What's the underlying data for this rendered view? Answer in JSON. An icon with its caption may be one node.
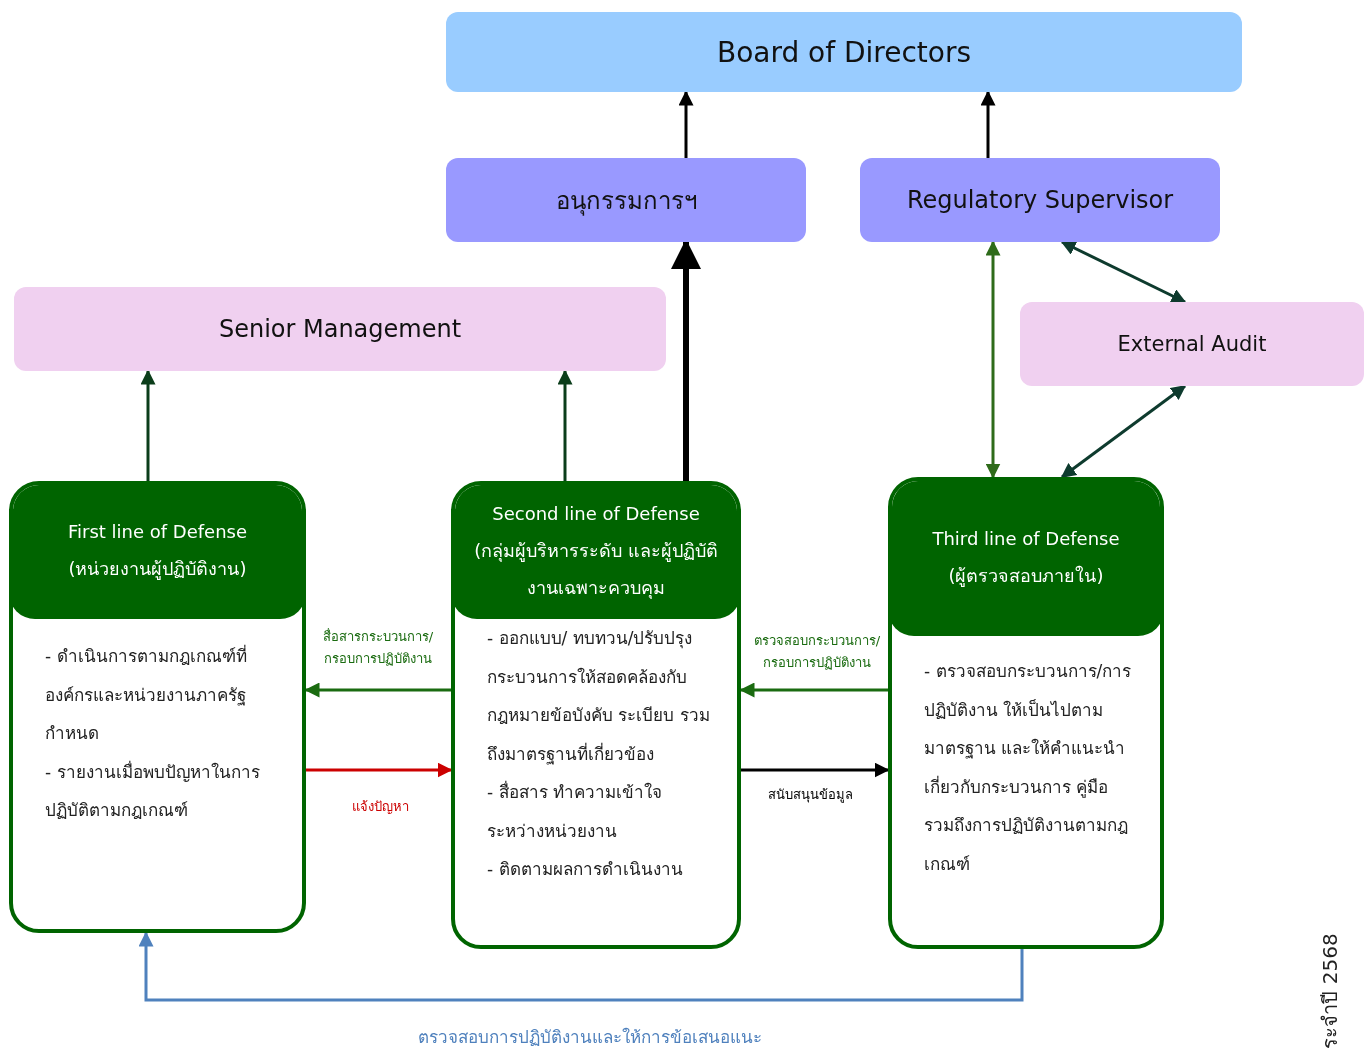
{
  "diagram": {
    "nodes": [
      {
        "text": [
          "Board of Directors"
        ]
      },
      {
        "text": [
          "อนุกรรมการฯ"
        ]
      },
      {
        "text": [
          "Regulatory Supervisor"
        ]
      },
      {
        "text": [
          "Senior Management"
        ]
      },
      {
        "text": [
          "External Audit"
        ]
      },
      {
        "text": [
          "First line of Defense (หน่วยงานผู้ปฏิบัติงาน)",
          "- ดำเนินการตามกฎเกณฑ์ที่องค์กรและหน่วยงานภาครัฐกำหนด",
          "- รายงานเมื่อพบปัญหาในการปฏิบัติตามกฎเกณฑ์"
        ]
      },
      {
        "text": [
          "Second line of Defense (กลุ่มผู้บริหารระดับ และผู้ปฏิบัติงานเฉพาะควบคุม",
          "- ออกแบบ/ ทบทวน/ปรับปรุงกระบวนการให้สอดคล้องกับกฎหมายข้อบังคับ ระเบียบ รวมถึงมาตรฐานที่เกี่ยวข้อง",
          "- สื่อสาร ทำความเข้าใจระหว่างหน่วยงาน",
          "- ติดตามผลการดำเนินงาน"
        ]
      },
      {
        "text": [
          "Third line of Defense (ผู้ตรวจสอบภายใน)",
          "- ตรวจสอบกระบวนการ/การปฏิบัติงาน ให้เป็นไปตามมาตรฐาน และให้คำแนะนำเกี่ยวกับกระบวนการ คู่มือ รวมถึงการปฏิบัติงานตามกฎเกณฑ์"
        ]
      }
    ],
    "edges": [
      {
        "from": 1,
        "to": 0,
        "arrow": "to"
      },
      {
        "from": 2,
        "to": 0,
        "arrow": "to"
      },
      {
        "from": 6,
        "to": 1,
        "arrow": "to",
        "style": "thick"
      },
      {
        "from": 5,
        "to": 3,
        "arrow": "to",
        "color": "#0b3d1a"
      },
      {
        "from": 6,
        "to": 3,
        "arrow": "to",
        "color": "#0b3d1a"
      },
      {
        "from": 7,
        "to": 2,
        "arrow": "both",
        "color": "#2e6b1a"
      },
      {
        "from": 2,
        "to": 4,
        "arrow": "both",
        "color": "#0e3b2e"
      },
      {
        "from": 7,
        "to": 4,
        "arrow": "both",
        "color": "#0e3b2e"
      },
      {
        "from": 6,
        "to": 5,
        "arrow": "to",
        "color": "#1a6b10",
        "label": "สื่อสารกระบวนการ/กรอบการปฏิบัติงาน"
      },
      {
        "from": 5,
        "to": 6,
        "arrow": "to",
        "color": "#cc0000",
        "label": "แจ้งปัญหา"
      },
      {
        "from": 7,
        "to": 6,
        "arrow": "to",
        "color": "#1a6b10",
        "label": "ตรวจสอบกระบวนการ/กรอบการปฏิบัติงาน"
      },
      {
        "from": 6,
        "to": 7,
        "arrow": "to",
        "label": "สนับสนุนข้อมูล"
      },
      {
        "from": 7,
        "to": 5,
        "arrow": "to",
        "color": "#4f81bd",
        "label": "ตรวจสอบการปฏิบัติงานและให้การข้อเสนอแนะ"
      }
    ],
    "labels": [
      "ระจำปี 2568"
    ]
  }
}
